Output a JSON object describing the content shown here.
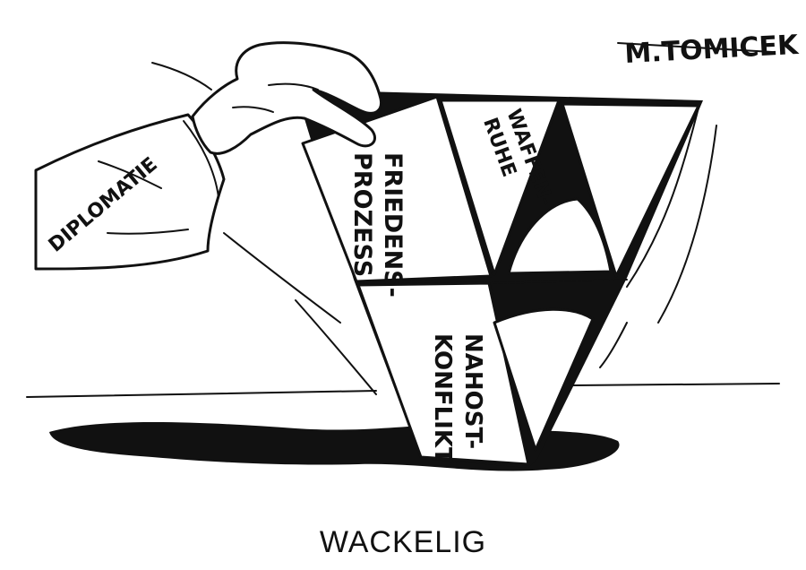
{
  "cartoon": {
    "caption": "WACKELIG",
    "signature": "M.TOMICEK",
    "sleeve_label": "DIPLOMATIE",
    "cards": {
      "top_left": [
        "FRIEDENS-",
        "PROZESS"
      ],
      "top_middle": [
        "WAFFEN-",
        "RUHE"
      ],
      "bottom_left": [
        "NAHOST-",
        "KONFLIKT"
      ]
    }
  },
  "colors": {
    "ink": "#111111",
    "paper": "#ffffff"
  }
}
